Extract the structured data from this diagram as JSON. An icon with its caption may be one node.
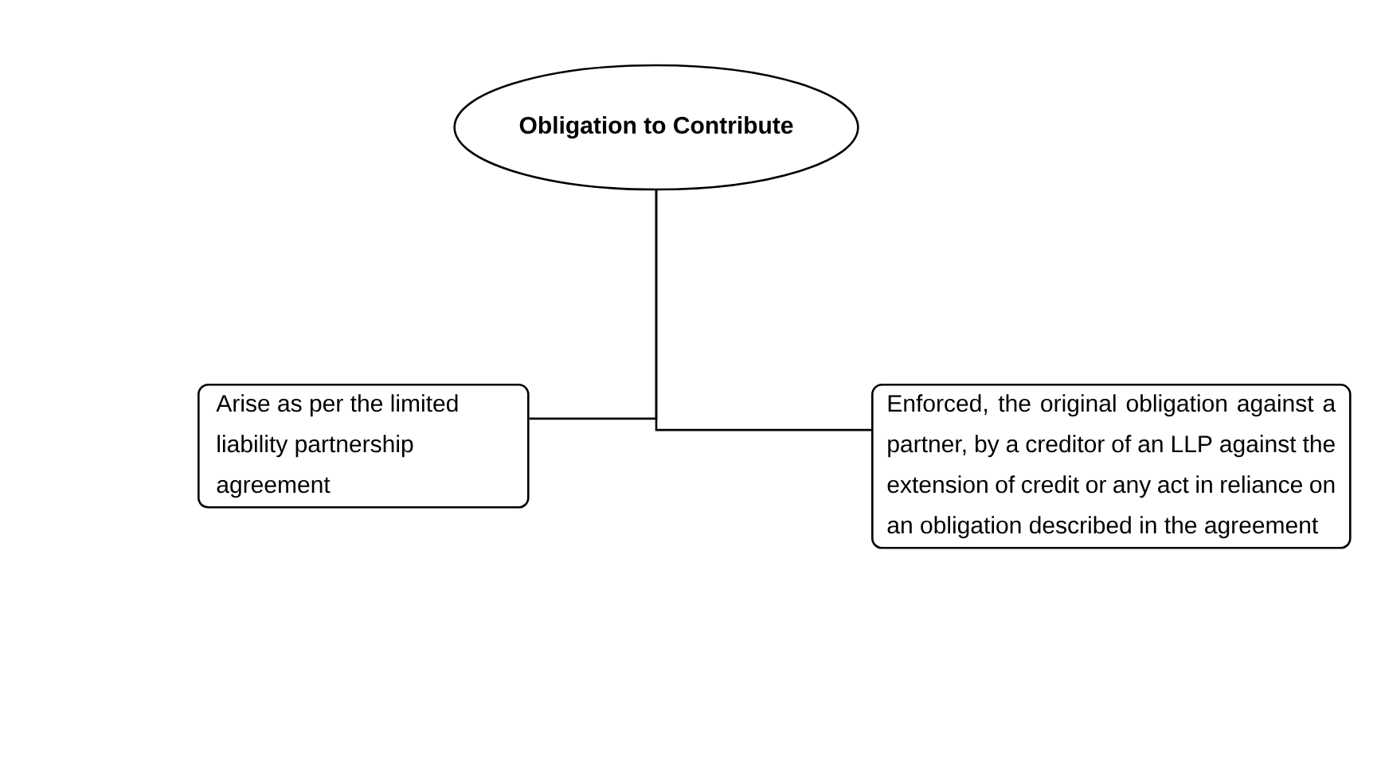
{
  "diagram": {
    "nodes": [
      {
        "text": [
          "Obligation to Contribute"
        ]
      },
      {
        "text": [
          "Arise as per the limited liability partnership agreement"
        ]
      },
      {
        "text": [
          "Enforced, the original obligation against a partner, by a creditor of an LLP against the extension of credit or any act in reliance on an obligation described in the agreement"
        ]
      }
    ],
    "edges": [
      {
        "from": 0,
        "to": 1,
        "arrow": "none"
      },
      {
        "from": 0,
        "to": 2,
        "arrow": "none"
      }
    ]
  }
}
